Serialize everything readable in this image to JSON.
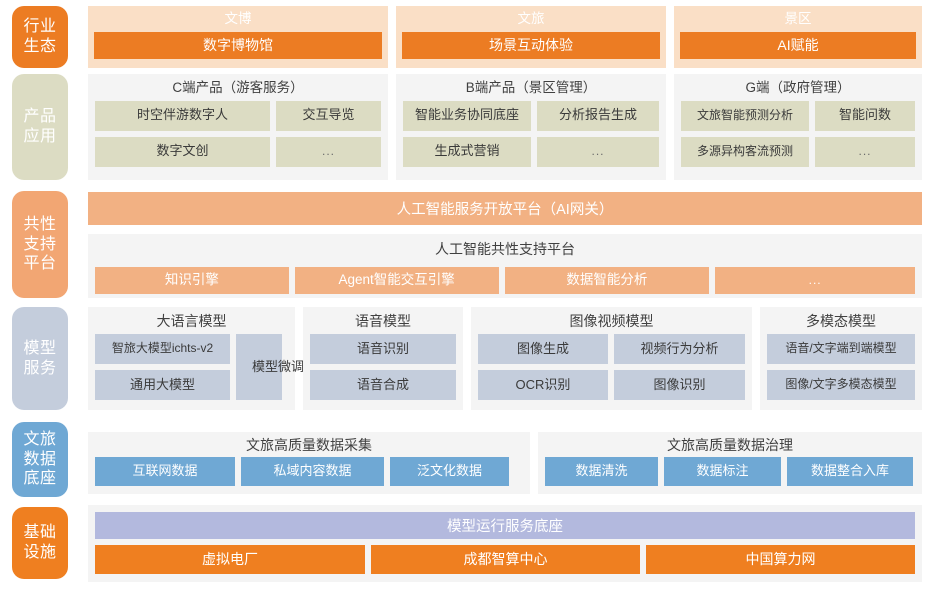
{
  "palette": {
    "industry_ecosystem": "#ec7c23",
    "product_application": "#dcdcc3",
    "common_platform": "#f2a673",
    "model_service": "#c4cddc",
    "data_base": "#6fa8d4",
    "infrastructure": "#ef7f20",
    "panel_bg": "#f4f4f4",
    "eco_card_bg": "#fadfc6",
    "runtime_bar": "#b3b9de"
  },
  "tiers": [
    {
      "id": "industry-ecosystem",
      "lines": [
        "行业",
        "生态"
      ]
    },
    {
      "id": "product-application",
      "lines": [
        "产品",
        "应用"
      ]
    },
    {
      "id": "common-support-platform",
      "lines": [
        "共性",
        "支持",
        "平台"
      ]
    },
    {
      "id": "model-service",
      "lines": [
        "模型",
        "服务"
      ]
    },
    {
      "id": "tourism-data-base",
      "lines": [
        "文旅",
        "数据",
        "底座"
      ]
    },
    {
      "id": "infrastructure",
      "lines": [
        "基础",
        "设施"
      ]
    }
  ],
  "industry_ecosystem": {
    "cards": [
      {
        "title": "文博",
        "bar": "数字博物馆"
      },
      {
        "title": "文旅",
        "bar": "场景互动体验"
      },
      {
        "title": "景区",
        "bar": "AI赋能"
      }
    ]
  },
  "product_application": {
    "groups": [
      {
        "title": "C端产品（游客服务）",
        "rows": [
          [
            "时空伴游数字人",
            "交互导览"
          ],
          [
            "数字文创",
            "..."
          ]
        ]
      },
      {
        "title": "B端产品（景区管理）",
        "rows": [
          [
            "智能业务协同底座",
            "分析报告生成"
          ],
          [
            "生成式营销",
            "..."
          ]
        ]
      },
      {
        "title": "G端（政府管理）",
        "rows": [
          [
            "文旅智能预测分析",
            "智能问数"
          ],
          [
            "多源异构客流预测",
            "..."
          ]
        ]
      }
    ]
  },
  "common_support_platform": {
    "gateway": "人工智能服务开放平台（AI网关）",
    "panel_title": "人工智能共性支持平台",
    "tiles": [
      "知识引擎",
      "Agent智能交互引擎",
      "数据智能分析",
      "..."
    ]
  },
  "model_service": {
    "groups": [
      {
        "title": "大语言模型",
        "rows": [
          [
            "智旅大模型ichts-v2"
          ],
          [
            "通用大模型"
          ]
        ],
        "side_tile": "模型微调"
      },
      {
        "title": "语音模型",
        "rows": [
          [
            "语音识别"
          ],
          [
            "语音合成"
          ]
        ]
      },
      {
        "title": "图像视频模型",
        "rows": [
          [
            "图像生成",
            "视频行为分析"
          ],
          [
            "OCR识别",
            "图像识别"
          ]
        ]
      },
      {
        "title": "多模态模型",
        "rows": [
          [
            "语音/文字端到端模型"
          ],
          [
            "图像/文字多模态模型"
          ]
        ]
      }
    ]
  },
  "tourism_data_base": {
    "groups": [
      {
        "title": "文旅高质量数据采集",
        "tiles": [
          "互联网数据",
          "私域内容数据",
          "泛文化数据"
        ]
      },
      {
        "title": "文旅高质量数据治理",
        "tiles": [
          "数据清洗",
          "数据标注",
          "数据整合入库"
        ]
      }
    ]
  },
  "infrastructure": {
    "runtime_bar": "模型运行服务底座",
    "tiles": [
      "虚拟电厂",
      "成都智算中心",
      "中国算力网"
    ]
  }
}
